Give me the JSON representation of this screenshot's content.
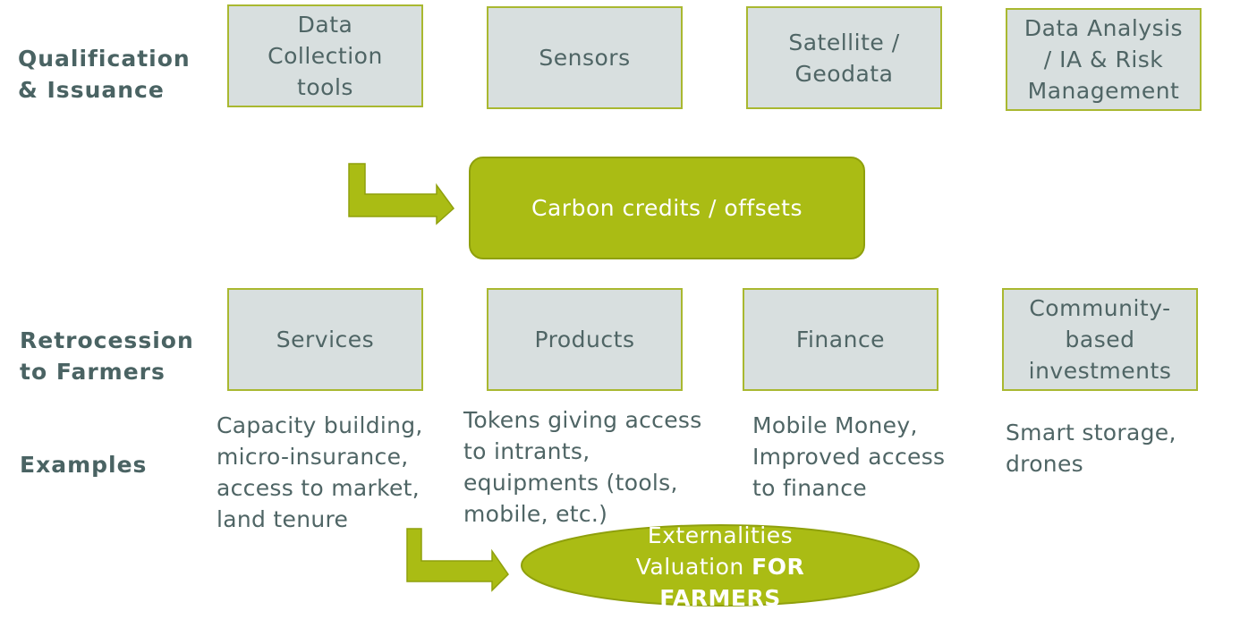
{
  "row_labels": {
    "qualification": "Qualification\n& Issuance",
    "retrocession": "Retrocession\nto Farmers",
    "examples": "Examples"
  },
  "top_row": [
    "Data\nCollection\ntools",
    "Sensors",
    "Satellite /\nGeodata",
    "Data Analysis\n/ IA & Risk\nManagement"
  ],
  "center_box": "Carbon credits / offsets",
  "middle_row": [
    "Services",
    "Products",
    "Finance",
    "Community-\nbased\ninvestments"
  ],
  "examples": [
    "Capacity building,\nmicro-insurance,\naccess to market,\nland tenure",
    "Tokens giving access\nto intrants,\nequipments (tools,\nmobile, etc.)",
    "Mobile Money,\nImproved access\nto finance",
    "Smart storage,\ndrones"
  ],
  "externalities": {
    "line1": "Externalities",
    "line2_prefix": "Valuation ",
    "bold": "FOR\nFARMERS"
  },
  "colors": {
    "accent": "#aabc14",
    "box_fill": "#d8dfdf",
    "box_border": "#a9b830",
    "text": "#4f6565"
  }
}
